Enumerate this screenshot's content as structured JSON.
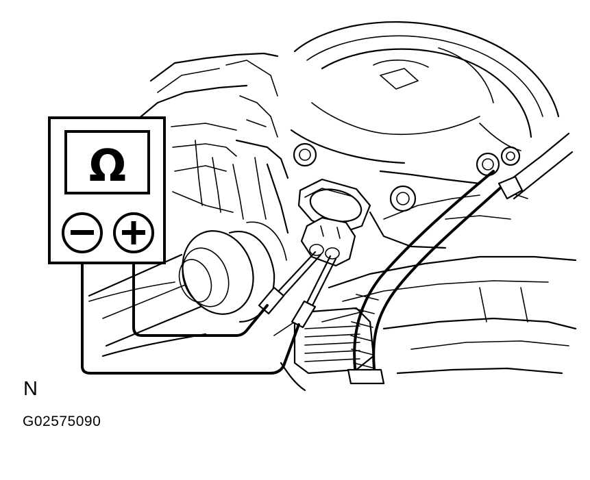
{
  "figure": {
    "view_label": "N",
    "figure_id": "G02575090"
  },
  "meter": {
    "display_symbol": "Ω",
    "negative_terminal_symbol": "−",
    "positive_terminal_symbol": "+"
  },
  "colors": {
    "ink": "#000000",
    "paper": "#ffffff"
  }
}
